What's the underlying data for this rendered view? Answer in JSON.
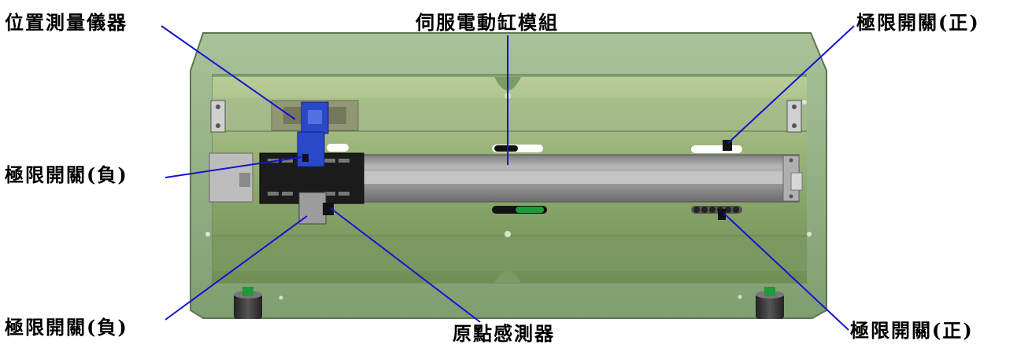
{
  "diagram": {
    "callouts": {
      "position_sensor": "位置測量儀器",
      "servo_module": "伺服電動缸模組",
      "limit_pos_top": "極限開關(正)",
      "limit_neg_mid": "極限開關(負)",
      "limit_neg_bottom": "極限開關(負)",
      "origin_sensor": "原點感測器",
      "limit_pos_bottom": "極限開關(正)"
    },
    "colors": {
      "leader_line": "#1414d2",
      "frame_green": "#8aa878",
      "panel_green": "#9bb57f",
      "rail_gray": "#a7a7a7",
      "carriage_black": "#1a1a1a",
      "carriage_blue": "#2a49c8"
    }
  }
}
